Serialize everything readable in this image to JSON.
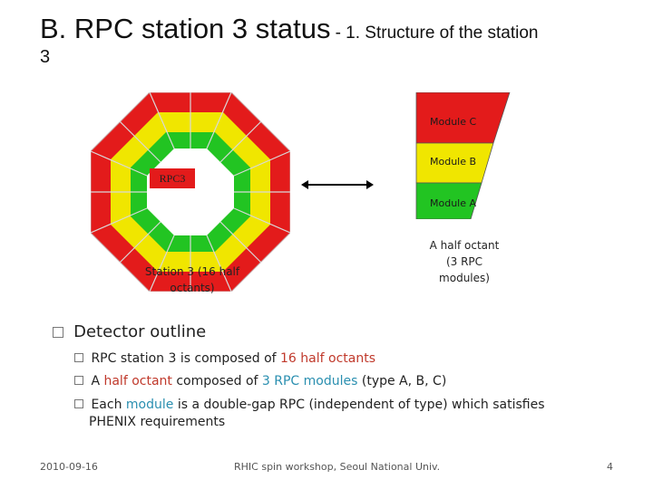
{
  "slide": {
    "title_main": "B. RPC station 3 status",
    "title_sub": "- 1. Structure of the station",
    "title_cont": "3"
  },
  "octagon": {
    "label": "RPC3",
    "colors": {
      "outer": "#e31b1b",
      "middle": "#f0e600",
      "inner": "#22c422"
    }
  },
  "half_octant": {
    "modules": [
      "Module C",
      "Module B",
      "Module A"
    ],
    "colors": [
      "#e31b1b",
      "#f0e600",
      "#22c422"
    ]
  },
  "captions": {
    "station_line1": "Station 3 (16 half",
    "station_line2": "octants)",
    "half_line1": "A half octant",
    "half_line2": "(3 RPC",
    "half_line3": "modules)"
  },
  "outline": {
    "heading": "Detector outline",
    "item1": {
      "a": "RPC station 3 is composed of ",
      "b": "16 half octants"
    },
    "item2": {
      "a": "A ",
      "b": "half octant",
      "c": " composed of ",
      "d": "3 RPC modules",
      "e": " (type A, B, C)"
    },
    "item3": {
      "a": "Each ",
      "b": "module",
      "c": " is a double-gap RPC (independent of type) which satisfies",
      "d": "PHENIX requirements"
    }
  },
  "footer": {
    "date": "2010-09-16",
    "center": "RHIC spin workshop, Seoul National Univ.",
    "page": "4"
  }
}
